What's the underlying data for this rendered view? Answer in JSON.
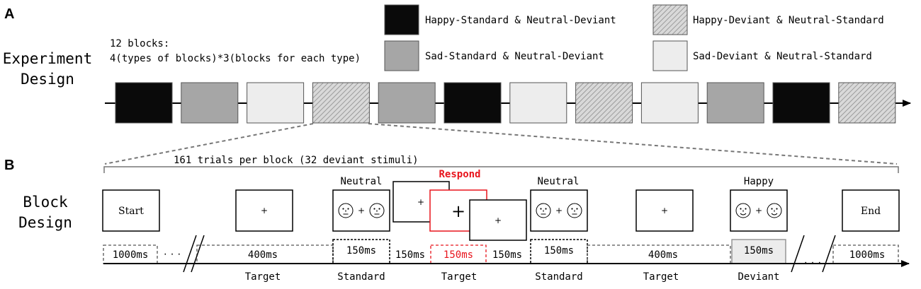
{
  "panel_labels": {
    "a": "A",
    "b": "B"
  },
  "experiment": {
    "title_line1": "Experiment",
    "title_line2": "Design",
    "blocks_line1": "12 blocks:",
    "blocks_line2": "4(types of blocks)*3(blocks for each type)"
  },
  "legend": [
    {
      "key": "hs",
      "label": "Happy-Standard & Neutral-Deviant",
      "pattern": "solid-black"
    },
    {
      "key": "hd",
      "label": "Happy-Deviant & Neutral-Standard",
      "pattern": "hatched"
    },
    {
      "key": "ss",
      "label": "Sad-Standard & Neutral-Deviant",
      "pattern": "solid-gray"
    },
    {
      "key": "sd",
      "label": "Sad-Deviant & Neutral-Standard",
      "pattern": "light-gray"
    }
  ],
  "block_sequence": [
    "hs",
    "ss",
    "sd",
    "hd",
    "ss",
    "hs",
    "sd",
    "hd",
    "sd",
    "ss",
    "hs",
    "hd"
  ],
  "colors": {
    "black_block": "#0a0a0a",
    "gray_block": "#a6a6a6",
    "light_block": "#ededed",
    "hatch_bg": "#d9d9d9",
    "hatch_line": "#8c8c8c",
    "respond": "#e8141c",
    "deviant_fill": "#ececec"
  },
  "block": {
    "trials_label": "161 trials per block (32 deviant stimuli)",
    "title_line1": "Block",
    "title_line2": "Design",
    "screens": {
      "start": "Start",
      "end": "End",
      "fixation": "+",
      "neutral1": "Neutral",
      "respond": "Respond",
      "neutral2": "Neutral",
      "happy": "Happy"
    },
    "durations": {
      "d1": "1000ms",
      "ellipsis1": "· · ·",
      "d2": "400ms",
      "d3": "150ms",
      "d4": "150ms",
      "d5": "150ms",
      "d6": "150ms",
      "d7": "150ms",
      "d8": "400ms",
      "d9": "150ms",
      "ellipsis2": "· · ·",
      "d10": "1000ms"
    },
    "trial_types": {
      "t1": "Target",
      "t2": "Standard",
      "t3": "Target",
      "t4": "Standard",
      "t5": "Target",
      "t6": "Deviant"
    }
  }
}
